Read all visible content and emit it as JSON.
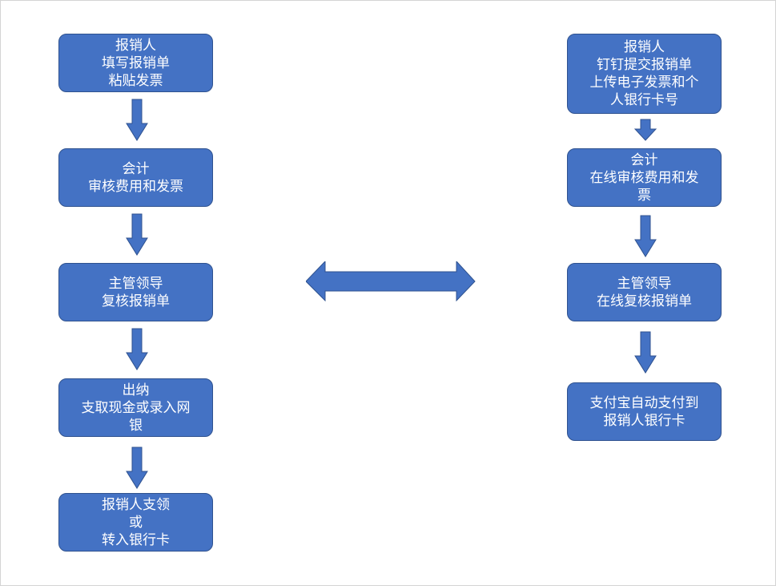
{
  "left_flow": {
    "steps": [
      {
        "lines": [
          "报销人",
          "填写报销单",
          "粘贴发票"
        ]
      },
      {
        "lines": [
          "会计",
          "审核费用和发票"
        ]
      },
      {
        "lines": [
          "主管领导",
          "复核报销单"
        ]
      },
      {
        "lines": [
          "出纳",
          "支取现金或录入网",
          "银"
        ]
      },
      {
        "lines": [
          "报销人支领",
          "或",
          "转入银行卡"
        ]
      }
    ]
  },
  "right_flow": {
    "steps": [
      {
        "lines": [
          "报销人",
          "钉钉提交报销单",
          "上传电子发票和个",
          "人银行卡号"
        ]
      },
      {
        "lines": [
          "会计",
          "在线审核费用和发",
          "票"
        ]
      },
      {
        "lines": [
          "主管领导",
          "在线复核报销单"
        ]
      },
      {
        "lines": [
          "支付宝自动支付到",
          "报销人银行卡"
        ]
      }
    ]
  },
  "colors": {
    "box_fill": "#4472c4",
    "box_border": "#2f528f",
    "box_text": "#ffffff",
    "arrow_fill": "#4472c4"
  }
}
